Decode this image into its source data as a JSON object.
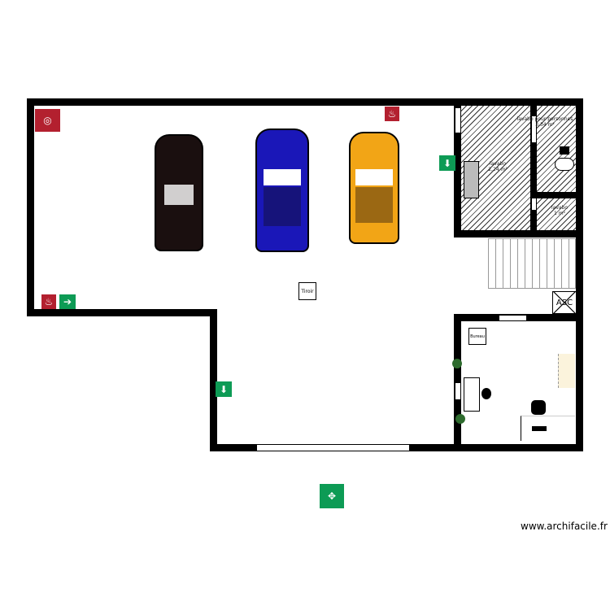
{
  "rooms": {
    "lavabo_large": {
      "name": "lavabo",
      "area": "2,24 m²"
    },
    "lavabo_pmr": {
      "name": "lavabo pour personnes",
      "area": "3,34 m²"
    },
    "lavabo_small": {
      "name": "lavabo",
      "area": "1 m²"
    }
  },
  "labels": {
    "tiroir": "Tiroir",
    "elevator": "ASC",
    "office_box": "Bureau"
  },
  "watermark": "www.archifacile.fr",
  "icons": {
    "fire_hose": "fire-hose-icon",
    "extinguisher": "fire-extinguisher-icon",
    "exit_arrow": "emergency-exit-arrow-icon",
    "assembly": "assembly-point-icon"
  },
  "colors": {
    "fire": "#b3202f",
    "exit": "#0d9b55",
    "car_blue": "#1a17b8",
    "car_orange": "#f2a516",
    "wall": "#000000"
  }
}
